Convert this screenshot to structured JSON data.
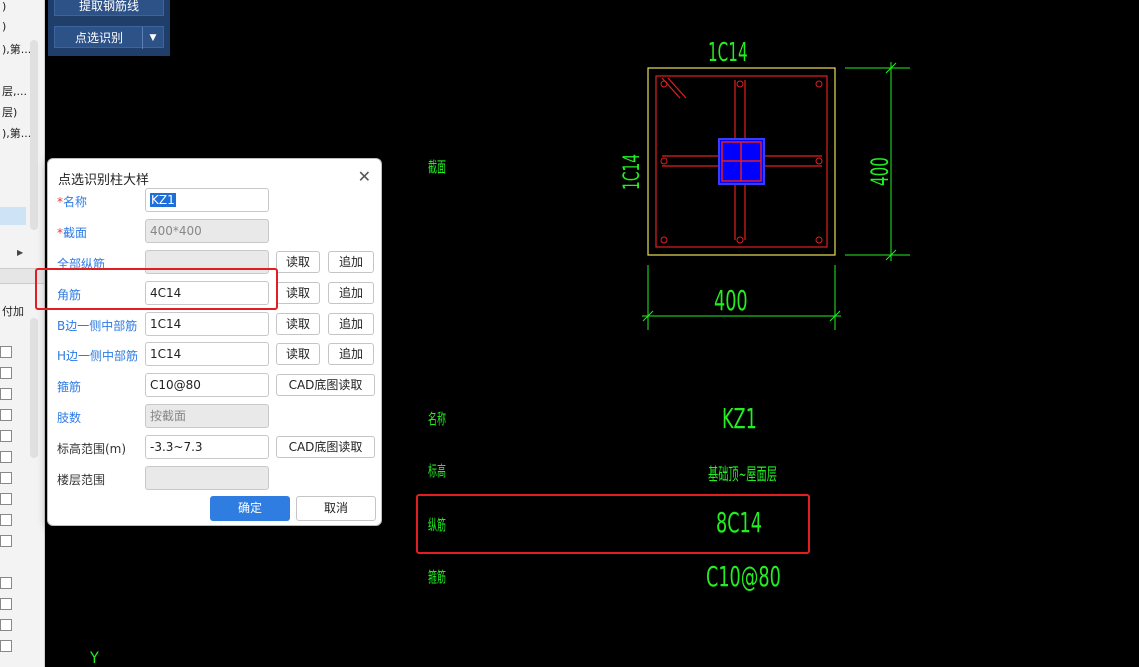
{
  "toolbar": {
    "extract_rebar_line": "提取钢筋线",
    "point_identify": "点选识别",
    "dropdown_arrow": "▼"
  },
  "left_panel": {
    "lines": [
      ")",
      ")",
      "),第...",
      "",
      "层,...",
      "层)",
      "),第..."
    ],
    "tail_label": "付加"
  },
  "dialog": {
    "title": "点选识别柱大样",
    "close": "✕",
    "fields": {
      "name": {
        "label": "名称",
        "value": "KZ1"
      },
      "section": {
        "label": "截面",
        "value": "400*400"
      },
      "all_long": {
        "label": "全部纵筋",
        "value": ""
      },
      "corner": {
        "label": "角筋",
        "value": "4C14"
      },
      "b_mid": {
        "label": "B边一侧中部筋",
        "value": "1C14"
      },
      "h_mid": {
        "label": "H边一侧中部筋",
        "value": "1C14"
      },
      "stirrup": {
        "label": "箍筋",
        "value": "C10@80"
      },
      "limbs": {
        "label": "肢数",
        "value": "按截面"
      },
      "elev": {
        "label": "标高范围(m)",
        "value": "-3.3~7.3"
      },
      "floor": {
        "label": "楼层范围",
        "value": ""
      }
    },
    "read": "读取",
    "append": "追加",
    "cad_read": "CAD底图读取",
    "ok": "确定",
    "cancel": "取消"
  },
  "cad": {
    "top_rebar": "1C14",
    "side_rebar": "1C14",
    "section_label": "截面",
    "dim_bottom": "400",
    "dim_right": "400",
    "rows": [
      {
        "key": "名称",
        "value": "KZ1"
      },
      {
        "key": "标高",
        "value": "基础顶~屋面层"
      },
      {
        "key": "纵筋",
        "value": "8C14"
      },
      {
        "key": "箍筋",
        "value": "C10@80"
      }
    ],
    "axis_y": "Y"
  },
  "colors": {
    "cad_green": "#22ee22",
    "rebar_red": "#e02020",
    "highlight_blue": "#0000ff",
    "section_outline": "#e8e05a"
  }
}
